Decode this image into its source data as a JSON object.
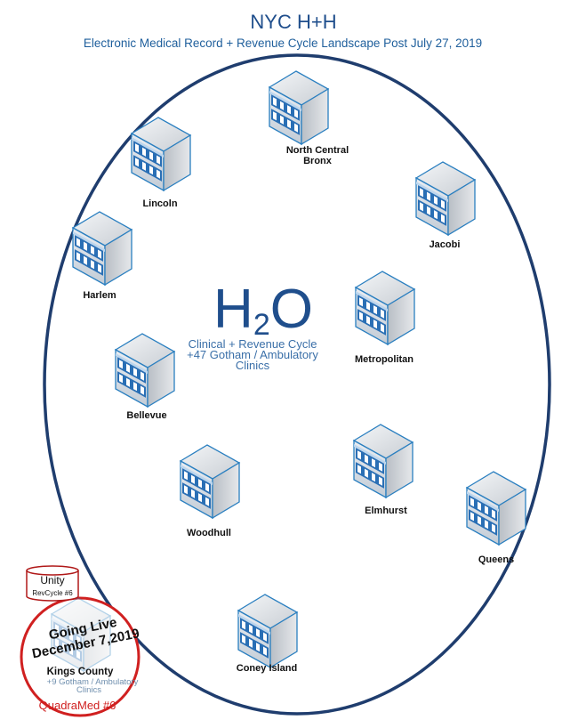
{
  "header": {
    "title": "NYC H+H",
    "subtitle": "Electronic Medical Record + Revenue Cycle Landscape  Post July 27, 2019"
  },
  "center": {
    "h": "H",
    "sub2": "2",
    "o": "O",
    "lines": [
      "Clinical + Revenue Cycle",
      "+47 Gotham / Ambulatory",
      "Clinics"
    ]
  },
  "hospitals": [
    {
      "name": "North Central",
      "name2": "Bronx"
    },
    {
      "name": "Lincoln"
    },
    {
      "name": "Jacobi"
    },
    {
      "name": "Harlem"
    },
    {
      "name": "Metropolitan"
    },
    {
      "name": "Bellevue"
    },
    {
      "name": "Elmhurst"
    },
    {
      "name": "Woodhull"
    },
    {
      "name": "Queens"
    },
    {
      "name": "Coney Island"
    }
  ],
  "kings": {
    "db_title": "Unity",
    "db_sub": "RevCycle #6",
    "going_live_1": "Going Live",
    "going_live_2": "December 7,2019",
    "name": "Kings County",
    "clinics_1": "+9 Gotham / Ambulatory",
    "clinics_2": "Clinics",
    "system": "QuadraMed #6"
  },
  "colors": {
    "navy": "#1f3d6e",
    "red": "#d02020",
    "blue": "#1f4e8c"
  }
}
